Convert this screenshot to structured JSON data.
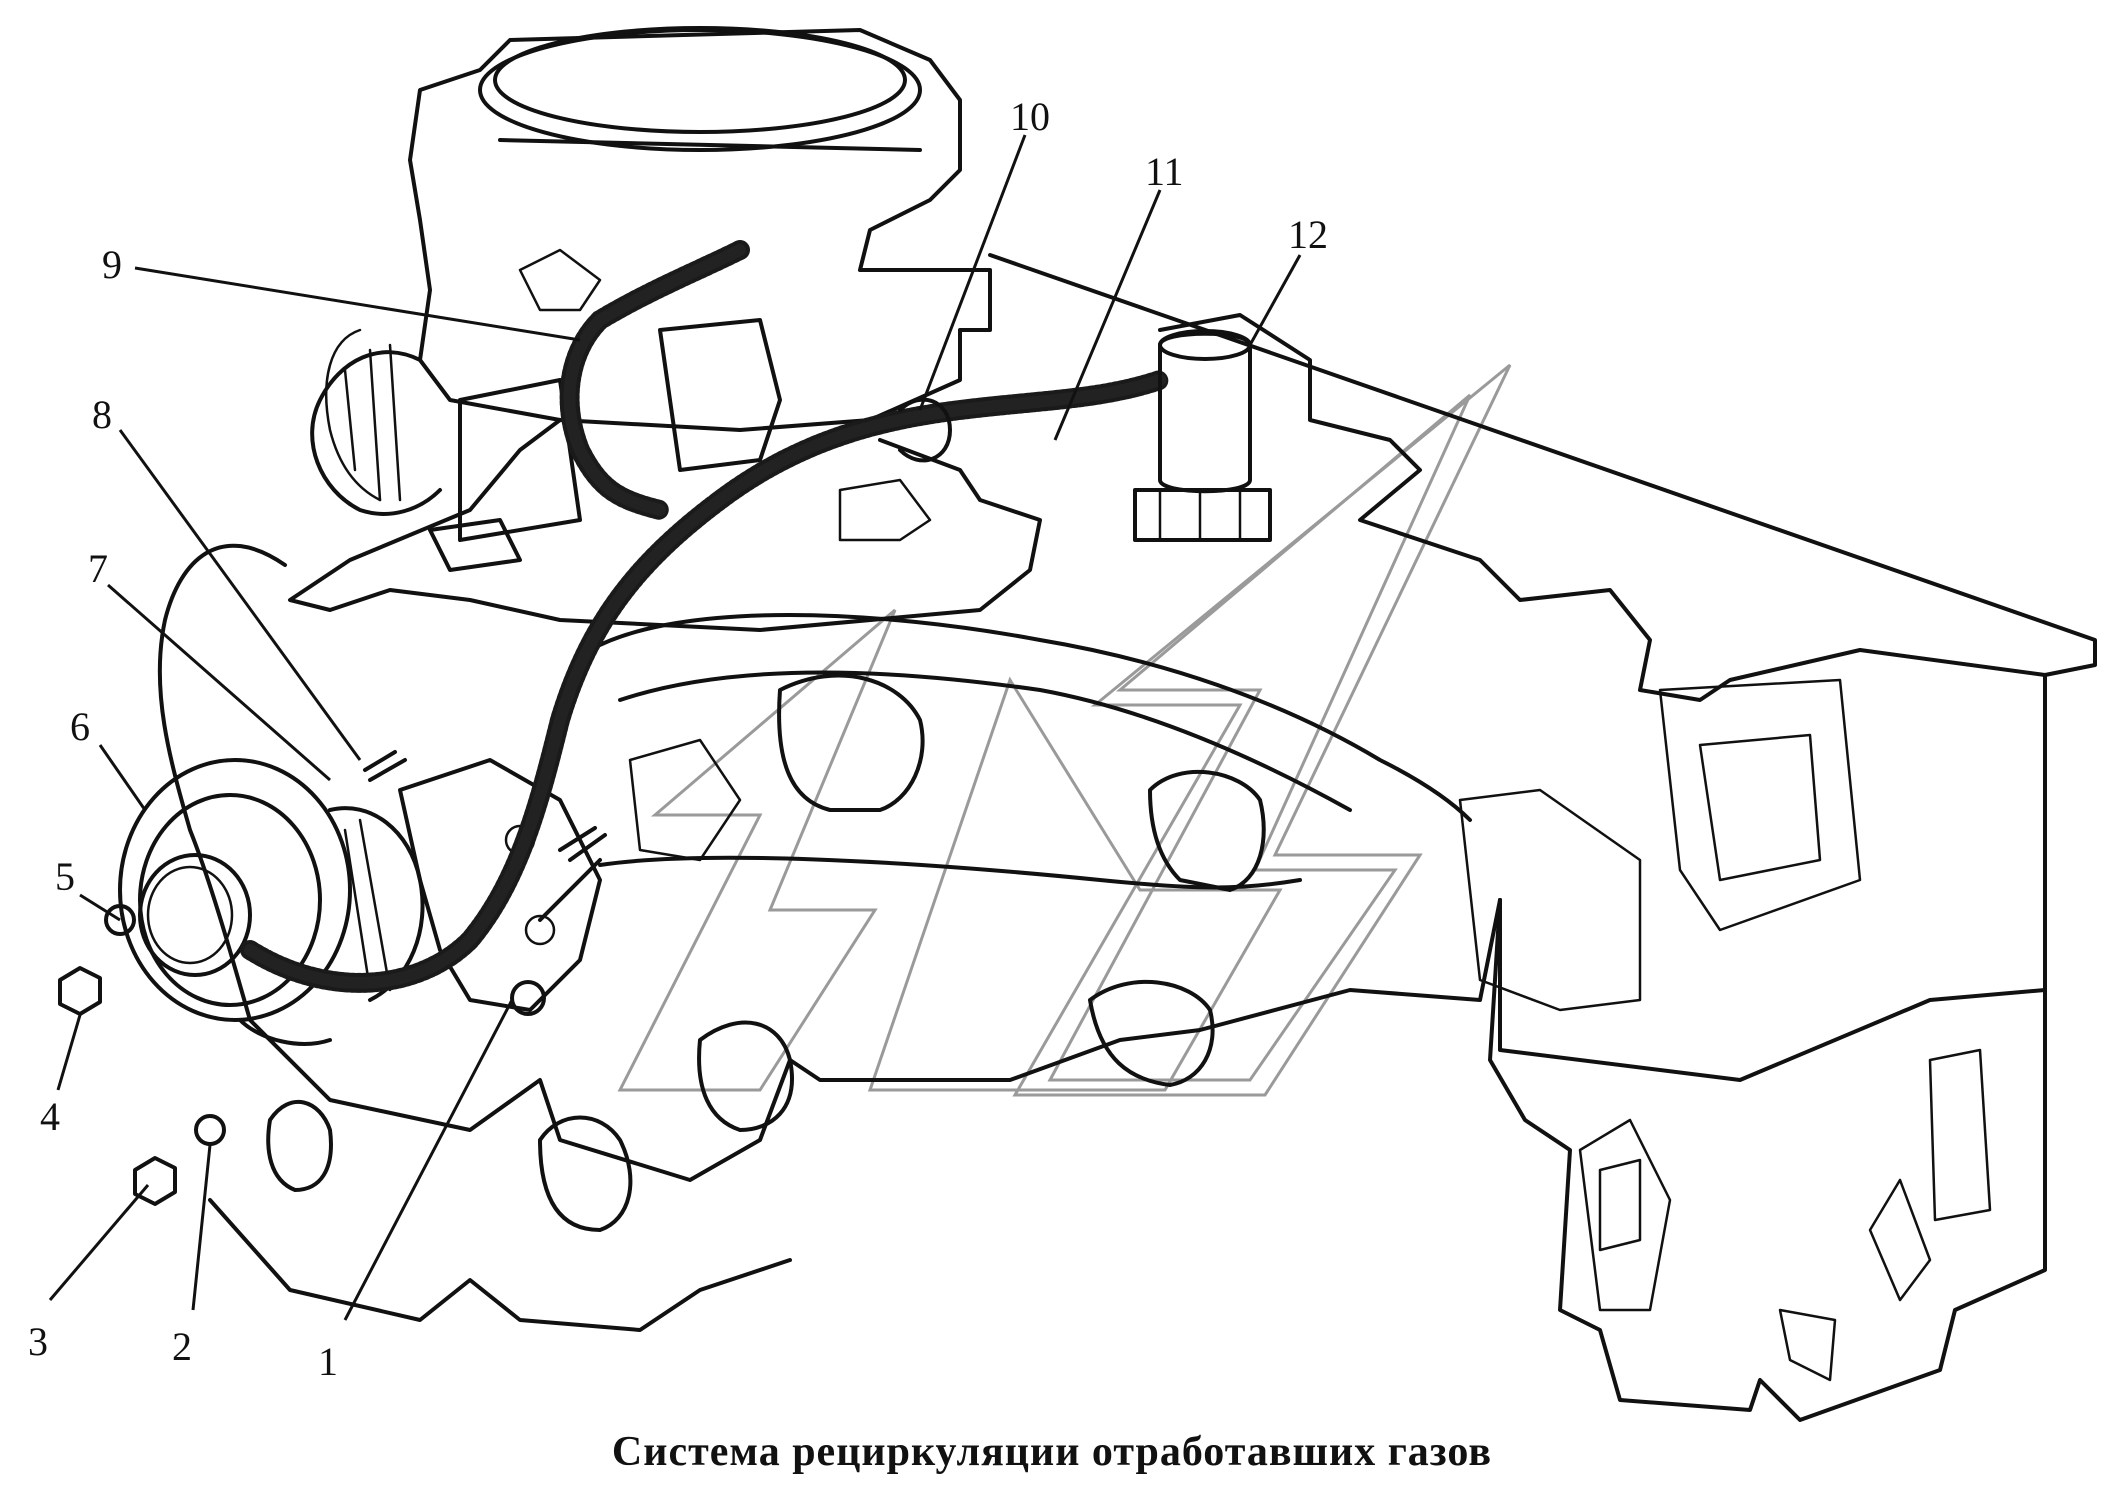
{
  "callouts": [
    {
      "id": "1",
      "label": "1"
    },
    {
      "id": "2",
      "label": "2"
    },
    {
      "id": "3",
      "label": "3"
    },
    {
      "id": "4",
      "label": "4"
    },
    {
      "id": "5",
      "label": "5"
    },
    {
      "id": "6",
      "label": "6"
    },
    {
      "id": "7",
      "label": "7"
    },
    {
      "id": "8",
      "label": "8"
    },
    {
      "id": "9",
      "label": "9"
    },
    {
      "id": "10",
      "label": "10"
    },
    {
      "id": "11",
      "label": "11"
    },
    {
      "id": "12",
      "label": "12"
    }
  ],
  "caption": "Система рециркуляции отработавших газов",
  "colors": {
    "ink": "#111111",
    "watermark": "#9a9a9a",
    "background": "#ffffff"
  }
}
